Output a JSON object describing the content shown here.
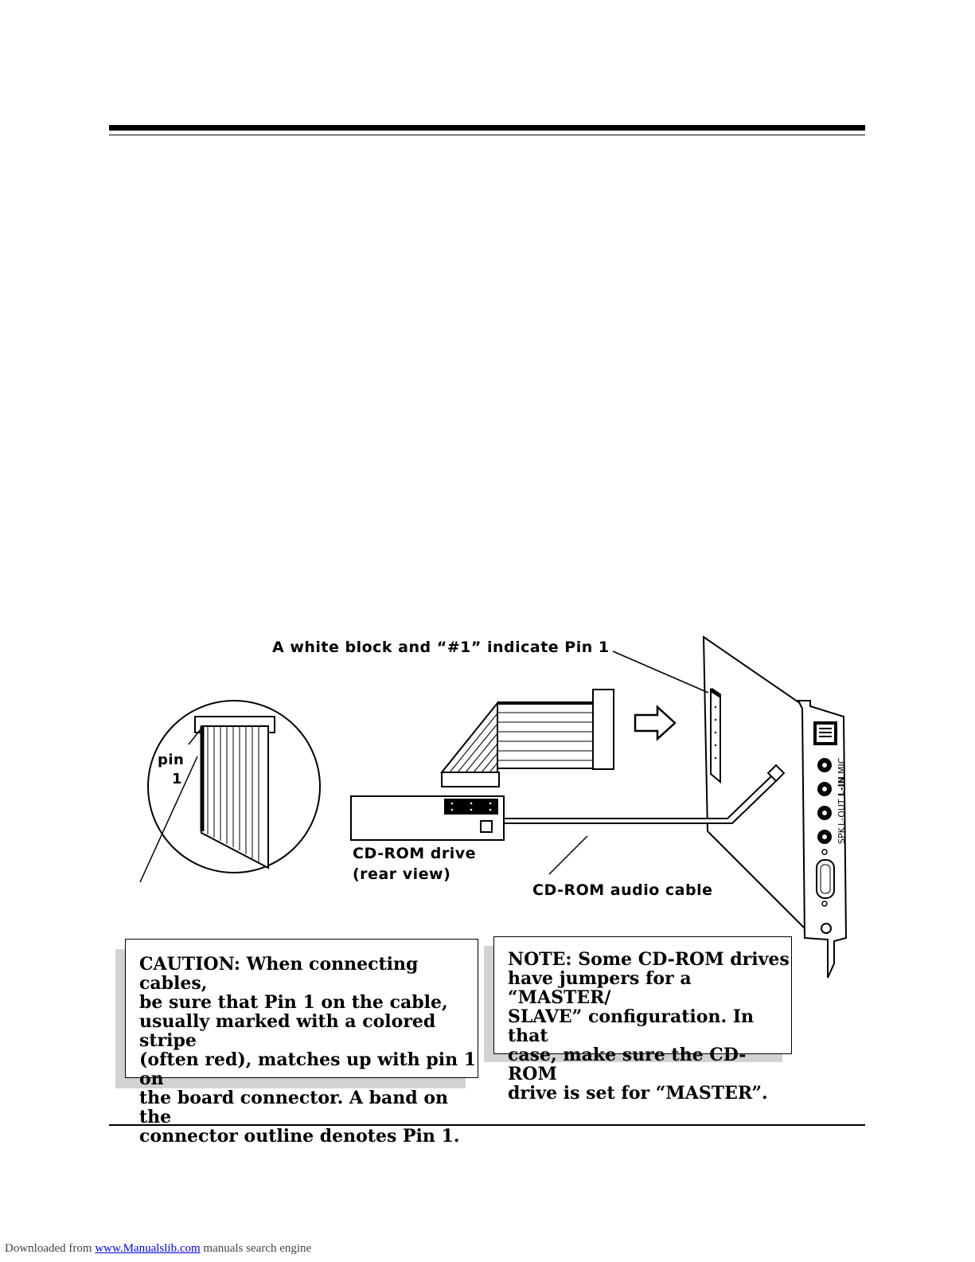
{
  "figure": {
    "pin1_callout": "A white block and “#1” indicate Pin 1",
    "pin_label_word": "pin",
    "pin_label_number": "1",
    "cdrom_drive_label_line1": "CD-ROM drive",
    "cdrom_drive_label_line2": "(rear view)",
    "audio_cable_label": "CD-ROM audio cable",
    "jack_labels": [
      "MIC",
      "L-IN",
      "L-OUT",
      "SPK"
    ]
  },
  "caution_box": {
    "lines": [
      "CAUTION: When connecting cables,",
      "be sure that Pin 1 on the cable,",
      "usually marked with a colored stripe",
      "(often red), matches up with pin 1 on",
      "the board connector. A band on the",
      "connector outline denotes Pin 1."
    ]
  },
  "note_box": {
    "lines": [
      "NOTE: Some CD-ROM drives",
      "have jumpers for a “MASTER/",
      "SLAVE” configuration. In that",
      "case, make sure the CD-ROM",
      "drive is set for “MASTER”."
    ]
  },
  "footer": {
    "prefix": "Downloaded from ",
    "link_text": "www.Manualslib.com",
    "suffix": "  manuals search engine"
  }
}
